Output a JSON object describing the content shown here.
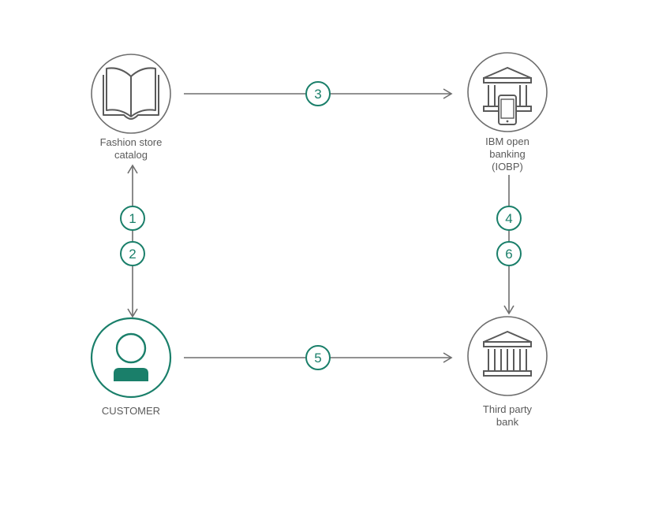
{
  "colors": {
    "accent": "#1a7f6a",
    "line": "#6e6e6e",
    "icon": "#5a5a5a",
    "text": "#5a5a5a"
  },
  "nodes": {
    "catalog": {
      "label": "Fashion store\ncatalog",
      "icon": "book-icon"
    },
    "iobp": {
      "label": "IBM open\nbanking\n(IOBP)",
      "icon": "bank-with-phone-icon"
    },
    "customer": {
      "label": "CUSTOMER",
      "icon": "person-icon"
    },
    "bank": {
      "label": "Third party\nbank",
      "icon": "bank-icon"
    }
  },
  "steps": [
    "1",
    "2",
    "3",
    "4",
    "5",
    "6"
  ]
}
